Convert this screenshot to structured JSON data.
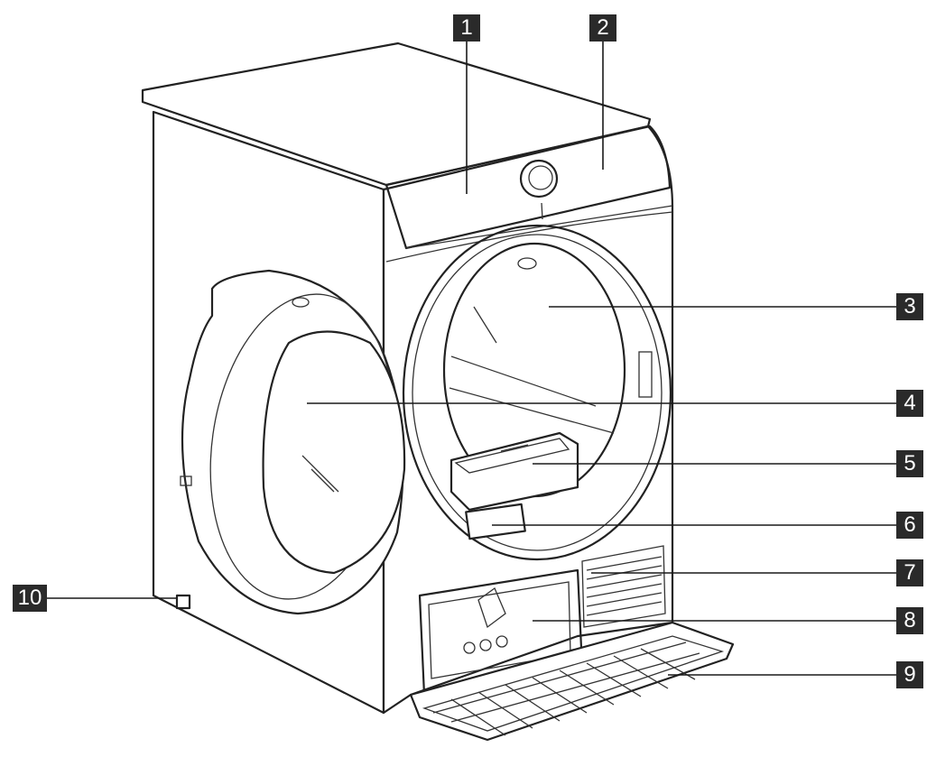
{
  "diagram": {
    "colors": {
      "line": "#222222",
      "label_bg": "#2a2a2a",
      "label_fg": "#ffffff",
      "background": "#ffffff"
    },
    "callouts": [
      {
        "id": "1",
        "label": "1"
      },
      {
        "id": "2",
        "label": "2"
      },
      {
        "id": "3",
        "label": "3"
      },
      {
        "id": "4",
        "label": "4"
      },
      {
        "id": "5",
        "label": "5"
      },
      {
        "id": "6",
        "label": "6"
      },
      {
        "id": "7",
        "label": "7"
      },
      {
        "id": "8",
        "label": "8"
      },
      {
        "id": "9",
        "label": "9"
      },
      {
        "id": "10",
        "label": "10"
      }
    ]
  }
}
